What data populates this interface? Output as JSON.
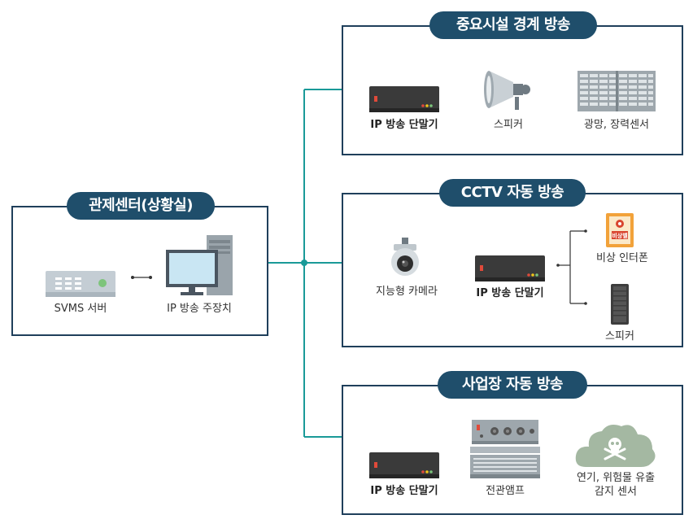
{
  "control_center": {
    "title": "관제센터(상황실)",
    "svms_label": "SVMS 서버",
    "master_label": "IP 방송 주장치"
  },
  "facility": {
    "title": "중요시설 경계 방송",
    "terminal_label": "IP 방송 단말기",
    "speaker_label": "스피커",
    "sensor_label": "광망, 장력센서"
  },
  "cctv": {
    "title": "CCTV 자동 방송",
    "camera_label": "지능형 카메라",
    "terminal_label": "IP 방송 단말기",
    "intercom_label": "비상 인터폰",
    "intercom_tag": "비상벨",
    "speaker_label": "스피커"
  },
  "workplace": {
    "title": "사업장 자동 방송",
    "terminal_label": "IP 방송 단말기",
    "amp_label": "전관앰프",
    "gas_label_line1": "연기, 위험물 유출",
    "gas_label_line2": "감지 센서"
  },
  "colors": {
    "box_border": "#1f3f5b",
    "pill_bg": "#1f4e6b",
    "connector": "#1a9a98"
  }
}
